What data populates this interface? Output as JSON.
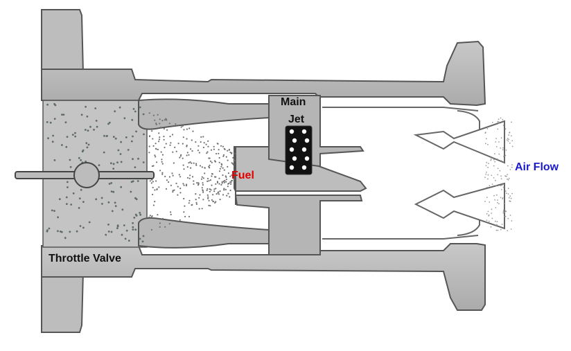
{
  "labels": {
    "main_jet_line1": "Main",
    "main_jet_line2": "Jet",
    "fuel": "Fuel",
    "air_flow": "Air Flow",
    "throttle_valve": "Throttle Valve"
  },
  "colors": {
    "body_fill": "#b9b9b9",
    "outline": "#555555",
    "fuel_label": "#e00000",
    "air_label": "#1a1acc",
    "droplet": "#5f6b66"
  }
}
